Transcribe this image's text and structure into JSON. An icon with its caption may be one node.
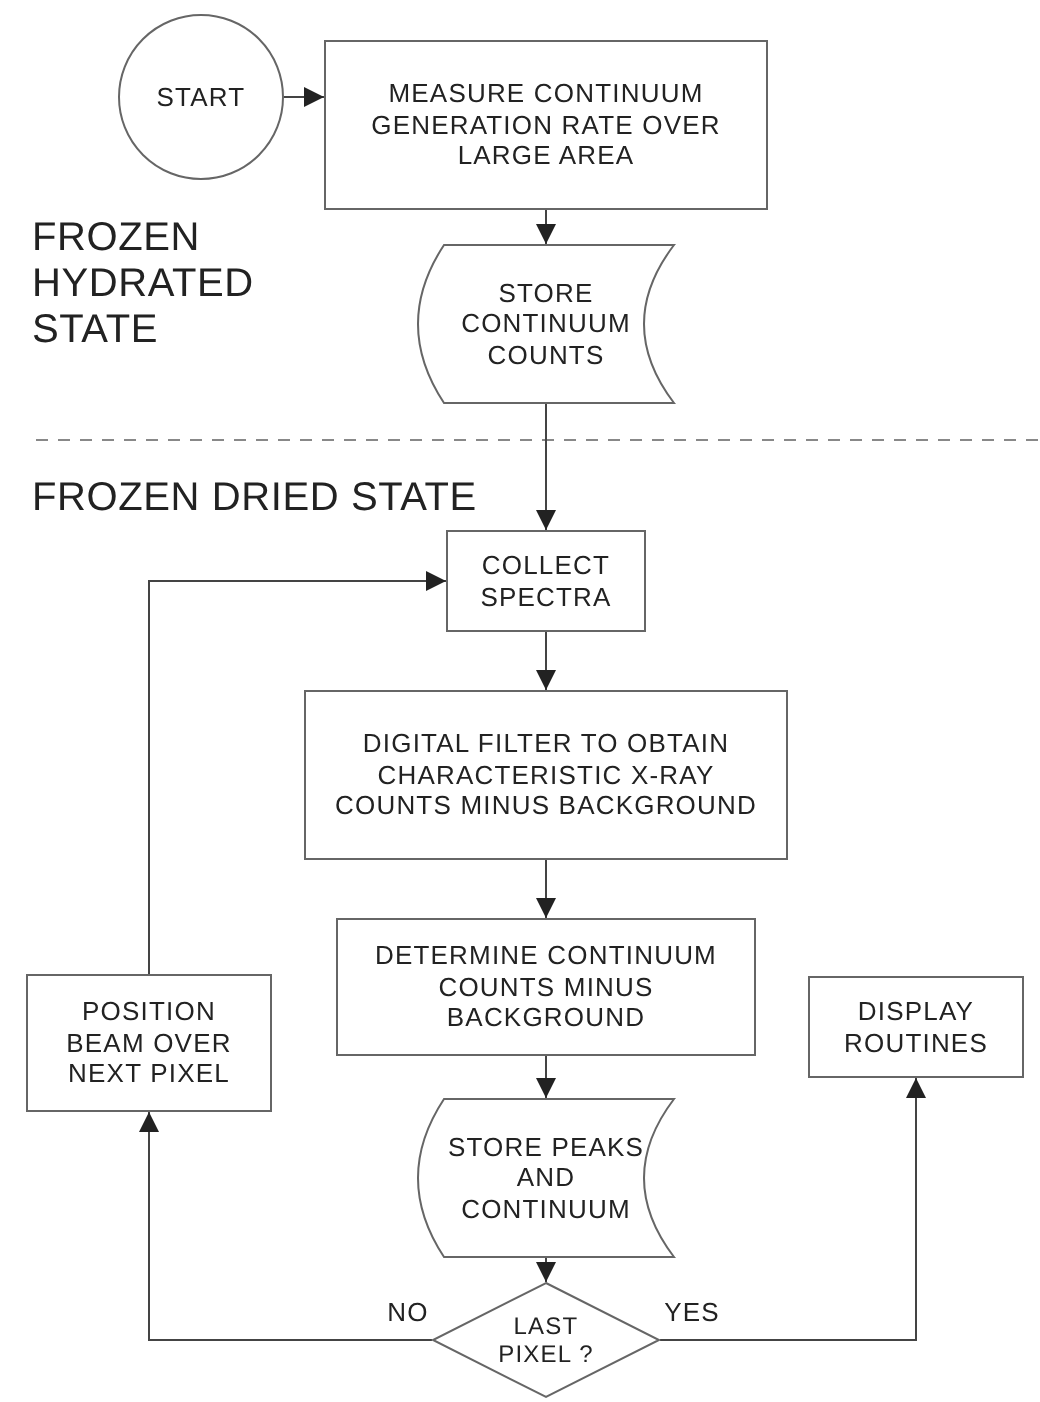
{
  "diagram": {
    "nodes": [
      {
        "text": [
          "START"
        ]
      },
      {
        "text": [
          "MEASURE CONTINUUM GENERATION RATE OVER LARGE AREA"
        ]
      },
      {
        "text": [
          "STORE CONTINUUM COUNTS"
        ]
      },
      {
        "text": [
          "COLLECT SPECTRA"
        ]
      },
      {
        "text": [
          "DIGITAL FILTER TO OBTAIN CHARACTERISTIC X-RAY COUNTS MINUS BACKGROUND"
        ]
      },
      {
        "text": [
          "DETERMINE CONTINUUM COUNTS MINUS BACKGROUND"
        ]
      },
      {
        "text": [
          "POSITION BEAM OVER NEXT PIXEL"
        ]
      },
      {
        "text": [
          "DISPLAY ROUTINES"
        ]
      },
      {
        "text": [
          "STORE PEAKS AND CONTINUUM"
        ]
      },
      {
        "text": [
          "LAST PIXEL ?"
        ]
      }
    ],
    "edges": [
      {
        "from": 0,
        "to": 1,
        "arrow": "to"
      },
      {
        "from": 1,
        "to": 2,
        "arrow": "to"
      },
      {
        "from": 2,
        "to": 3,
        "arrow": "to"
      },
      {
        "from": 3,
        "to": 4,
        "arrow": "to"
      },
      {
        "from": 4,
        "to": 5,
        "arrow": "to"
      },
      {
        "from": 5,
        "to": 8,
        "arrow": "to"
      },
      {
        "from": 8,
        "to": 9,
        "arrow": "to"
      },
      {
        "from": 9,
        "to": 6,
        "label": "NO",
        "arrow": "to"
      },
      {
        "from": 9,
        "to": 7,
        "label": "YES",
        "arrow": "to"
      },
      {
        "from": 6,
        "to": 3,
        "arrow": "to"
      }
    ],
    "labels": [
      "FROZEN HYDRATED STATE",
      "FROZEN DRIED STATE"
    ]
  }
}
